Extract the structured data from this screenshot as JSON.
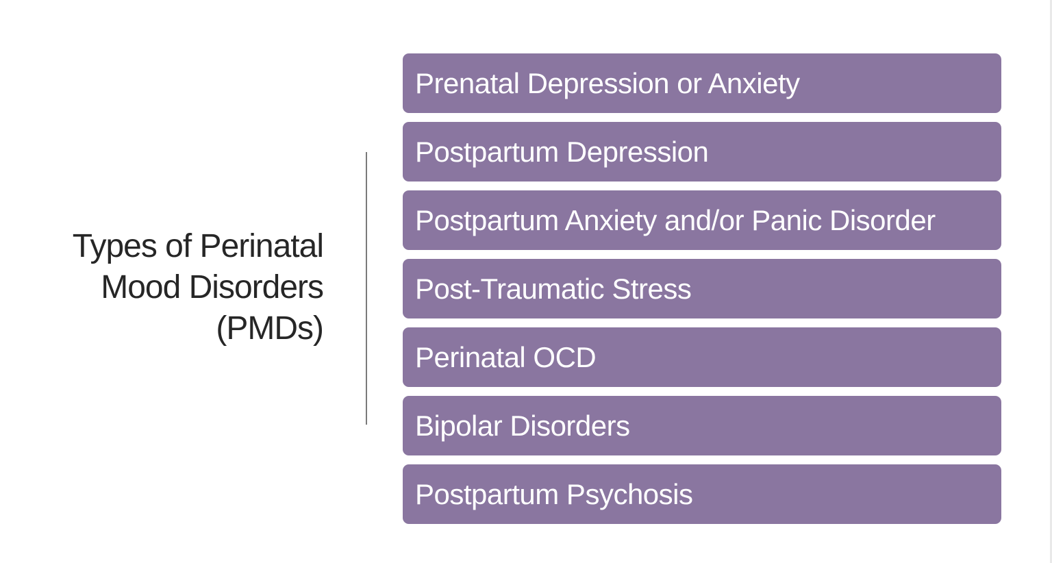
{
  "title": {
    "lines": [
      "Types of Perinatal",
      "Mood Disorders",
      "(PMDs)"
    ]
  },
  "items": [
    {
      "label": "Prenatal Depression or Anxiety"
    },
    {
      "label": "Postpartum Depression"
    },
    {
      "label": "Postpartum Anxiety and/or Panic Disorder"
    },
    {
      "label": "Post-Traumatic Stress"
    },
    {
      "label": "Perinatal OCD"
    },
    {
      "label": "Bipolar Disorders"
    },
    {
      "label": "Postpartum Psychosis"
    }
  ],
  "colors": {
    "item_background": "#8a76a0",
    "item_text": "#ffffff",
    "title_text": "#262626",
    "divider": "#7a7a7a"
  }
}
